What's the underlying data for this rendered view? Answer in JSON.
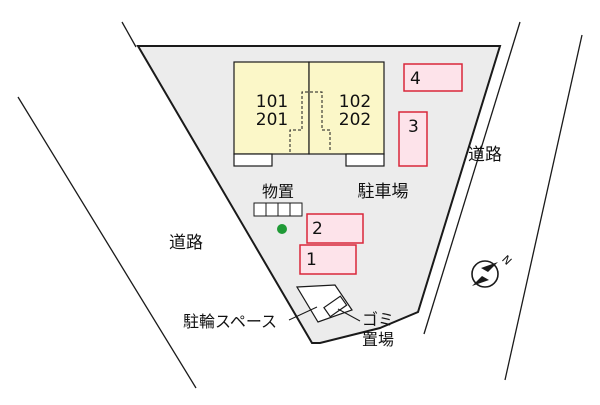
{
  "colors": {
    "lot_fill": "#ececec",
    "building_fill": "#fbf7c8",
    "parking_fill": "#fde3ea",
    "parking_stroke": "#d9263a",
    "tree_green": "#1f9a36",
    "line": "#1a1a1a"
  },
  "building": {
    "left_units": [
      "101",
      "201"
    ],
    "right_units": [
      "102",
      "202"
    ]
  },
  "parking_spaces": [
    "1",
    "2",
    "3",
    "4"
  ],
  "labels": {
    "storage": "物置",
    "parking_lot": "駐車場",
    "road_left": "道路",
    "road_right": "道路",
    "bicycle_space": "駐輪スペース",
    "garbage_line1": "ゴミ",
    "garbage_line2": "置場"
  },
  "compass": {
    "north_label": "N",
    "icon": "north-arrow-icon"
  }
}
